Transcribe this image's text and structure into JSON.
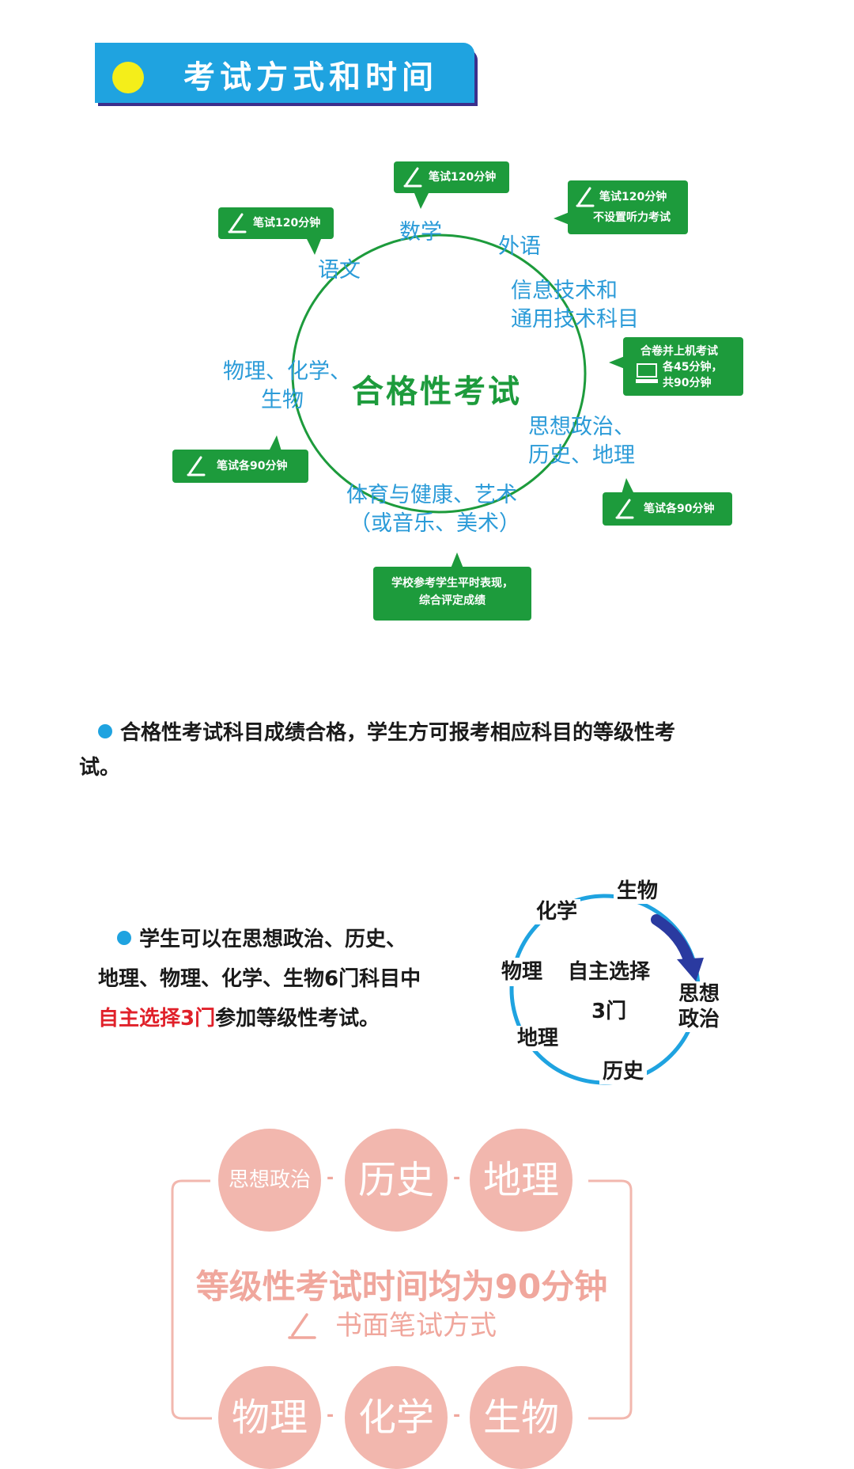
{
  "header": {
    "title": "考试方式和时间"
  },
  "diagram1": {
    "center": "合格性考试",
    "subjects": {
      "math": "数学",
      "foreign": "外语",
      "chinese": "语文",
      "it_1": "信息技术和",
      "it_2": "通用技术科目",
      "sci_1": "物理、化学、",
      "sci_2": "生物",
      "hum_1": "思想政治、",
      "hum_2": "历史、地理",
      "pe_1": "体育与健康、艺术",
      "pe_2": "（或音乐、美术）"
    },
    "bubbles": {
      "math": "笔试120分钟",
      "chinese": "笔试120分钟",
      "foreign_1": "笔试120分钟",
      "foreign_2": "不设置听力考试",
      "it_1": "合卷并上机考试",
      "it_2": "各45分钟，",
      "it_3": "共90分钟",
      "sci": "笔试各90分钟",
      "hum": "笔试各90分钟",
      "pe_1": "学校参考学生平时表现，",
      "pe_2": "综合评定成绩"
    }
  },
  "para1": {
    "text_1": "合格性考试科目成绩合格，学生方可报考相应科目的等级性考",
    "text_2": "试。"
  },
  "para2": {
    "line_1": "学生可以在思想政治、历史、",
    "line_2": "地理、物理、化学、生物6门科目中",
    "line_3_red": "自主选择3门",
    "line_3_rest": "参加等级性考试。"
  },
  "diagram2": {
    "center_1": "自主选择",
    "center_2": "3门",
    "subjects": {
      "bio": "生物",
      "chem": "化学",
      "phys": "物理",
      "politics_1": "思想",
      "politics_2": "政治",
      "geo": "地理",
      "hist": "历史"
    }
  },
  "diagram3": {
    "top": [
      "思想政治",
      "历史",
      "地理"
    ],
    "bottom": [
      "物理",
      "化学",
      "生物"
    ],
    "separator": "-",
    "headline": "等级性考试时间均为90分钟",
    "subline": "书面笔试方式"
  },
  "colors": {
    "blue": "#1fa3e0",
    "green": "#1d9b3c",
    "subject_blue": "#2b9bd8",
    "red": "#e0212a",
    "pink": "#f2b7ae",
    "pink_text": "#f0a79d"
  }
}
